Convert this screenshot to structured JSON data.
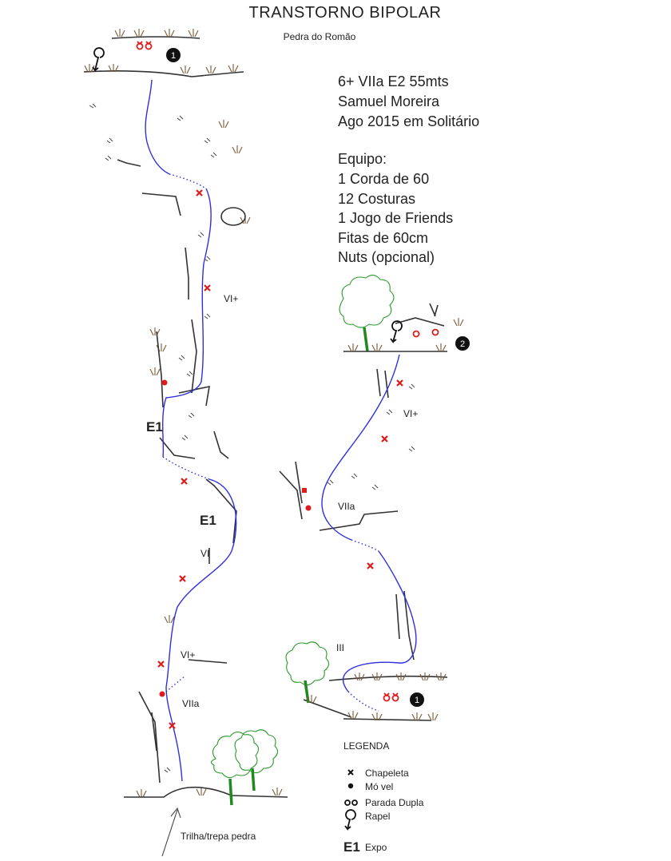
{
  "header": {
    "title": "TRANSTORNO BIPOLAR",
    "subtitle": "Pedra do Romão"
  },
  "info": {
    "lines": [
      "6+ VIIa E2 55mts",
      "Samuel Moreira",
      "Ago 2015 em Solitário"
    ],
    "equipment_title": "Equipo:",
    "equipment": [
      "1 Corda de 60",
      "12 Costuras",
      "1 Jogo de Friends",
      "Fitas de 60cm",
      "Nuts (opcional)"
    ]
  },
  "pitch1": {
    "grades": [
      "VI+",
      "VI",
      "VI+",
      "VIIa"
    ],
    "expo": [
      "E1",
      "E1"
    ],
    "anchor_number": "1",
    "approach": "Trilha/trepa pedra"
  },
  "pitch2": {
    "grades": [
      "VI+",
      "VIIa",
      "III"
    ],
    "anchor_top": "2",
    "anchor_bottom": "1"
  },
  "legend": {
    "title": "LEGENDA",
    "items": [
      {
        "label": "Chapeleta"
      },
      {
        "label": "Mó vel"
      },
      {
        "label": "Parada Dupla"
      },
      {
        "label": "Rapel"
      },
      {
        "label": "Expo",
        "symbol": "E1"
      }
    ]
  },
  "colors": {
    "route": "#2f2fe0",
    "protection": "#e01b1b",
    "tree": "#2b9a2b",
    "grass": "#7a5a3a"
  }
}
